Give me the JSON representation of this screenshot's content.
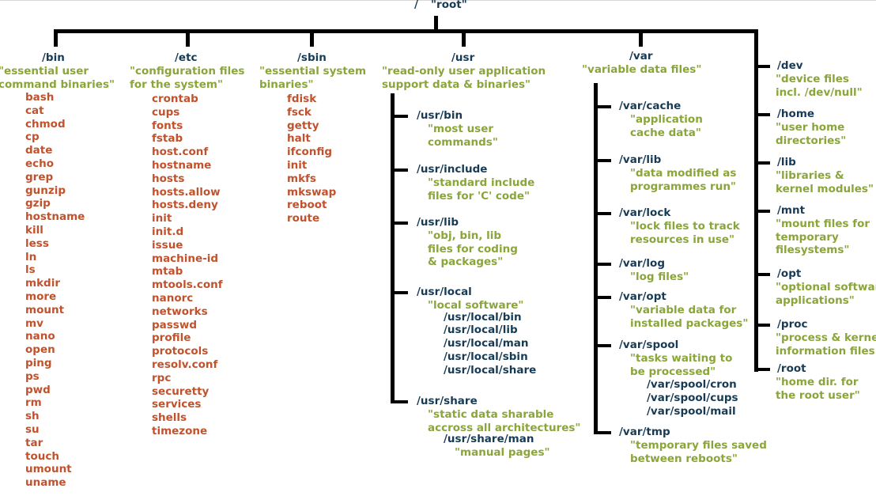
{
  "root": {
    "path": "/",
    "desc": "\"root\""
  },
  "bin": {
    "path": "/bin",
    "desc": [
      "\"essential user",
      "command binaries\""
    ],
    "files": [
      "bash",
      "cat",
      "chmod",
      "cp",
      "date",
      "echo",
      "grep",
      "gunzip",
      "gzip",
      "hostname",
      "kill",
      "less",
      "ln",
      "ls",
      "mkdir",
      "more",
      "mount",
      "mv",
      "nano",
      "open",
      "ping",
      "ps",
      "pwd",
      "rm",
      "sh",
      "su",
      "tar",
      "touch",
      "umount",
      "uname"
    ]
  },
  "etc": {
    "path": "/etc",
    "desc": [
      "\"configuration files",
      "for the system\""
    ],
    "files": [
      "crontab",
      "cups",
      "fonts",
      "fstab",
      "host.conf",
      "hostname",
      "hosts",
      "hosts.allow",
      "hosts.deny",
      "init",
      "init.d",
      "issue",
      "machine-id",
      "mtab",
      "mtools.conf",
      "nanorc",
      "networks",
      "passwd",
      "profile",
      "protocols",
      "resolv.conf",
      "rpc",
      "securetty",
      "services",
      "shells",
      "timezone"
    ]
  },
  "sbin": {
    "path": "/sbin",
    "desc": [
      "\"essential system",
      "binaries\""
    ],
    "files": [
      "fdisk",
      "fsck",
      "getty",
      "halt",
      "ifconfig",
      "init",
      "mkfs",
      "mkswap",
      "reboot",
      "route"
    ]
  },
  "usr": {
    "path": "/usr",
    "desc": [
      "\"read-only user application",
      "support data & binaries\""
    ],
    "children": [
      {
        "path": "/usr/bin",
        "desc": [
          "\"most user",
          "commands\""
        ],
        "subs": []
      },
      {
        "path": "/usr/include",
        "desc": [
          "\"standard include",
          "files for 'C' code\""
        ],
        "subs": []
      },
      {
        "path": "/usr/lib",
        "desc": [
          "\"obj, bin, lib",
          "files for coding",
          "& packages\""
        ],
        "subs": []
      },
      {
        "path": "/usr/local",
        "desc": [
          "\"local software\""
        ],
        "subs": [
          "/usr/local/bin",
          "/usr/local/lib",
          "/usr/local/man",
          "/usr/local/sbin",
          "/usr/local/share"
        ]
      },
      {
        "path": "/usr/share",
        "desc": [
          "\"static data sharable",
          "accross all architectures\""
        ],
        "subs": [
          "/usr/share/man"
        ],
        "sub_desc": "\"manual pages\""
      }
    ]
  },
  "var": {
    "path": "/var",
    "desc": [
      "\"variable data files\""
    ],
    "children": [
      {
        "path": "/var/cache",
        "desc": [
          "\"application",
          "cache data\""
        ],
        "subs": []
      },
      {
        "path": "/var/lib",
        "desc": [
          "\"data modified as",
          "programmes run\""
        ],
        "subs": []
      },
      {
        "path": "/var/lock",
        "desc": [
          "\"lock files to track",
          "resources in use\""
        ],
        "subs": []
      },
      {
        "path": "/var/log",
        "desc": [
          "\"log files\""
        ],
        "subs": []
      },
      {
        "path": "/var/opt",
        "desc": [
          "\"variable data for",
          "installed packages\""
        ],
        "subs": []
      },
      {
        "path": "/var/spool",
        "desc": [
          "\"tasks waiting to",
          "be processed\""
        ],
        "subs": [
          "/var/spool/cron",
          "/var/spool/cups",
          "/var/spool/mail"
        ]
      },
      {
        "path": "/var/tmp",
        "desc": [
          "\"temporary files saved",
          "between reboots\""
        ],
        "subs": []
      }
    ]
  },
  "right": [
    {
      "path": "/dev",
      "desc": [
        "\"device files",
        "incl. /dev/null\""
      ]
    },
    {
      "path": "/home",
      "desc": [
        "\"user home",
        "directories\""
      ]
    },
    {
      "path": "/lib",
      "desc": [
        "\"libraries &",
        "kernel modules\""
      ]
    },
    {
      "path": "/mnt",
      "desc": [
        "\"mount files for",
        "temporary",
        "filesystems\""
      ]
    },
    {
      "path": "/opt",
      "desc": [
        "\"optional software",
        "applications\""
      ]
    },
    {
      "path": "/proc",
      "desc": [
        "\"process & kernel",
        "information files\""
      ]
    },
    {
      "path": "/root",
      "desc": [
        "\"home dir. for",
        "the root user\""
      ]
    }
  ]
}
